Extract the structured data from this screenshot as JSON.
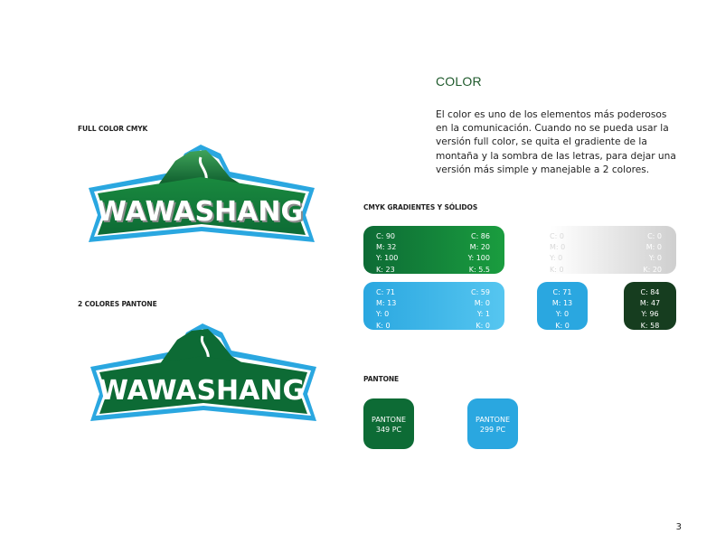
{
  "heading": "COLOR",
  "intro": "El color es uno de los elementos más poderosos en la comunicación. Cuando no se pueda usar la versión full color, se quita el gradiente de la montaña y la sombra de las letras, para dejar una versión más simple y manejable a 2 colores.",
  "labels": {
    "full_color": "FULL COLOR CMYK",
    "two_colors": "2 COLORES PANTONE",
    "gradients": "CMYK GRADIENTES Y SÓLIDOS",
    "pantone": "PANTONE"
  },
  "logo_text": "WAWASHANG",
  "swatches": {
    "green_grad": {
      "left": [
        "C: 90",
        "M: 32",
        "Y: 100",
        "K: 23"
      ],
      "right": [
        "C: 86",
        "M: 20",
        "Y: 100",
        "K: 5.5"
      ]
    },
    "gray_grad": {
      "left": [
        "C: 0",
        "M: 0",
        "Y: 0",
        "K: 0"
      ],
      "right": [
        "C: 0",
        "M: 0",
        "Y: 0",
        "K: 20"
      ]
    },
    "blue_grad": {
      "left": [
        "C: 71",
        "M: 13",
        "Y: 0",
        "K: 0"
      ],
      "right": [
        "C: 59",
        "M: 0",
        "Y: 1",
        "K: 0"
      ]
    },
    "blue_solid": [
      "C: 71",
      "M: 13",
      "Y: 0",
      "K: 0"
    ],
    "green_solid": [
      "C: 84",
      "M: 47",
      "Y: 96",
      "K: 58"
    ]
  },
  "pantone_chips": [
    {
      "line1": "PANTONE",
      "line2": "349 PC"
    },
    {
      "line1": "PANTONE",
      "line2": "299 PC"
    }
  ],
  "page_number": "3",
  "colors": {
    "green_dark": "#0d6b35",
    "green_mid": "#1a8a3f",
    "blue": "#2aa7e0",
    "blue_light": "#56c6f0",
    "dark_green": "#163d1f",
    "title_green": "#1f5a2c"
  }
}
